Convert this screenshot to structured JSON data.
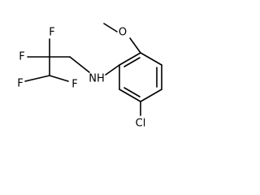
{
  "molecule": {
    "labels": {
      "methoxy_oxygen": "O",
      "amine": "NH",
      "chloro": "Cl",
      "fluoro_1": "F",
      "fluoro_2": "F",
      "fluoro_3": "F",
      "fluoro_4": "F"
    }
  }
}
